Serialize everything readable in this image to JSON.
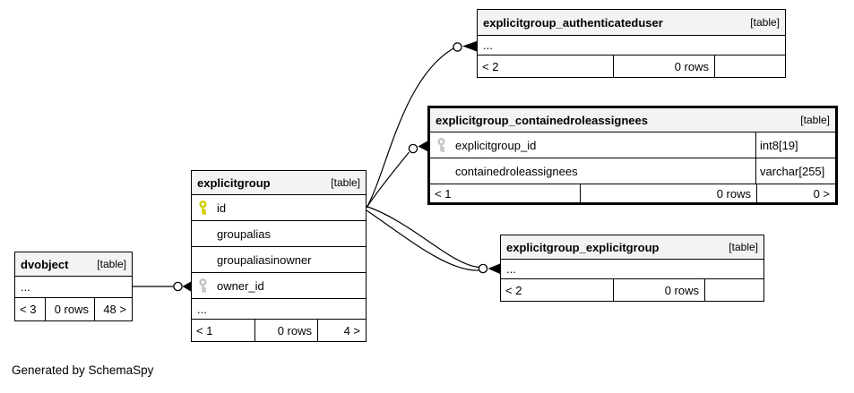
{
  "credit": "Generated by SchemaSpy",
  "colors": {
    "primary_key": "#cfcf00",
    "foreign_key": "#c3c3c3",
    "header_bg": "#f3f3f3",
    "border": "#000000"
  },
  "icons": {
    "primary_key": "key-icon-yellow",
    "foreign_key": "key-icon-gray",
    "cardinality_zero": "circle-marker",
    "cardinality_many": "crows-foot-arrow"
  },
  "tables": [
    {
      "name": "dvobject",
      "tag": "[table]",
      "ellipsis": "...",
      "footer": {
        "left": "< 3",
        "rows": "0 rows",
        "right": "48 >"
      }
    },
    {
      "name": "explicitgroup",
      "tag": "[table]",
      "columns": [
        {
          "label": "id",
          "key": "primary"
        },
        {
          "label": "groupalias"
        },
        {
          "label": "groupaliasinowner"
        },
        {
          "label": "owner_id",
          "key": "foreign"
        }
      ],
      "ellipsis": "...",
      "footer": {
        "left": "< 1",
        "rows": "0 rows",
        "right": "4 >"
      }
    },
    {
      "name": "explicitgroup_authenticateduser",
      "tag": "[table]",
      "ellipsis": "...",
      "footer": {
        "left": "< 2",
        "rows": "0 rows",
        "right": ""
      }
    },
    {
      "name": "explicitgroup_containedroleassignees",
      "tag": "[table]",
      "columns": [
        {
          "label": "explicitgroup_id",
          "type": "int8[19]",
          "key": "foreign"
        },
        {
          "label": "containedroleassignees",
          "type": "varchar[255]"
        }
      ],
      "footer": {
        "left": "< 1",
        "rows": "0 rows",
        "right": "0 >"
      }
    },
    {
      "name": "explicitgroup_explicitgroup",
      "tag": "[table]",
      "ellipsis": "...",
      "footer": {
        "left": "< 2",
        "rows": "0 rows",
        "right": ""
      }
    }
  ],
  "relationships": [
    {
      "from": "dvobject",
      "to": "explicitgroup.owner_id",
      "lines": 1
    },
    {
      "from": "explicitgroup.id",
      "to": "explicitgroup_authenticateduser",
      "lines": 1
    },
    {
      "from": "explicitgroup.id",
      "to": "explicitgroup_containedroleassignees.explicitgroup_id",
      "lines": 1
    },
    {
      "from": "explicitgroup.id",
      "to": "explicitgroup_explicitgroup",
      "lines": 2
    }
  ]
}
